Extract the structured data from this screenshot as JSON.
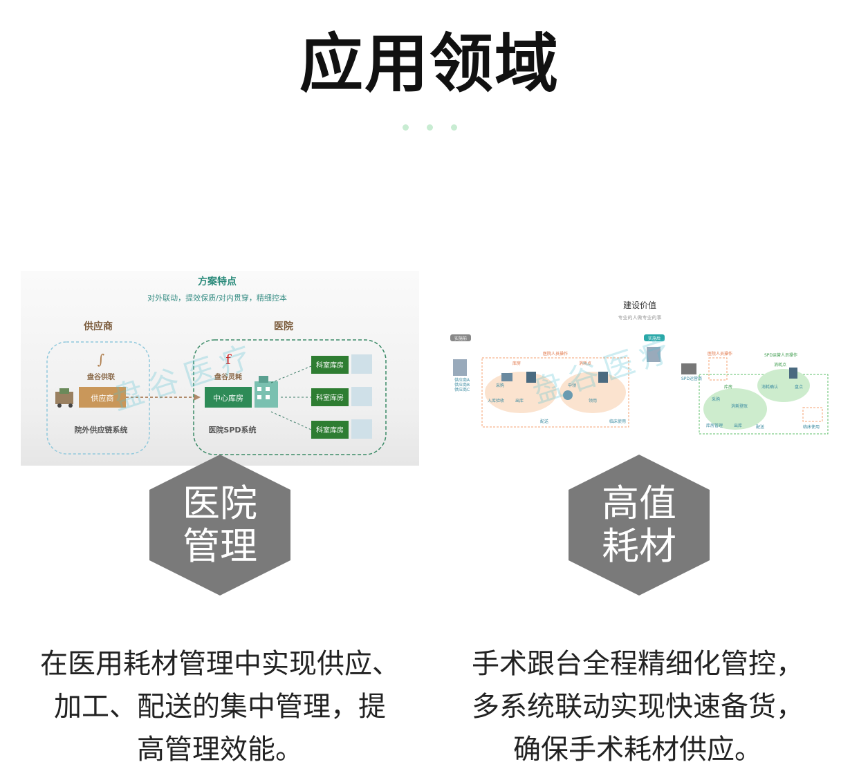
{
  "page": {
    "title": "应用领域"
  },
  "cards": [
    {
      "diagram": {
        "heading": "方案特点",
        "subheading": "对外联动，提效保质/对内贯穿，精细控本",
        "supplier_label": "供应商",
        "hospital_label": "医院",
        "supplier_logo_text": "盘谷供联",
        "supplier_box": "供应商",
        "supplier_system": "院外供应链系统",
        "hospital_logo_text": "盘谷灵耗",
        "center_warehouse": "中心库房",
        "dept_warehouses": [
          "科室库房",
          "科室库房",
          "科室库房"
        ],
        "hospital_system": "医院SPD系统",
        "watermark": "盘谷医疗"
      },
      "badge_lines": [
        "医院",
        "管理"
      ],
      "description_lines": [
        "在医用耗材管理中实现供应、",
        "加工、配送的集中管理，提",
        "高管理效能。"
      ]
    },
    {
      "diagram": {
        "heading": "建设价值",
        "subheading": "专业的人做专业的事",
        "before_tag": "实施前",
        "after_tag": "实施后",
        "watermark": "盘谷医疗",
        "before_labels": [
          "供应商A",
          "供应商B",
          "供应商C",
          "医院人员操作",
          "库房",
          "消耗点",
          "采购",
          "入库验收",
          "出库",
          "配送",
          "申领",
          "领用",
          "临床使用"
        ],
        "after_labels": [
          "医院人员操作",
          "SPD运营商",
          "SPD运营人员操作",
          "库房",
          "消耗点",
          "采购",
          "库房管理",
          "出库",
          "配送",
          "消耗登账",
          "消耗确认",
          "盘点",
          "临床使用"
        ]
      },
      "badge_lines": [
        "高值",
        "耗材"
      ],
      "description_lines": [
        "手术跟台全程精细化管控，",
        "多系统联动实现快速备货，",
        "确保手术耗材供应。"
      ]
    }
  ],
  "colors": {
    "accent_green": "#2e8b57",
    "dot_green": "#c8ecd2",
    "badge_gray": "#7a7a7a",
    "teal_dashed": "#8fc8dc"
  }
}
